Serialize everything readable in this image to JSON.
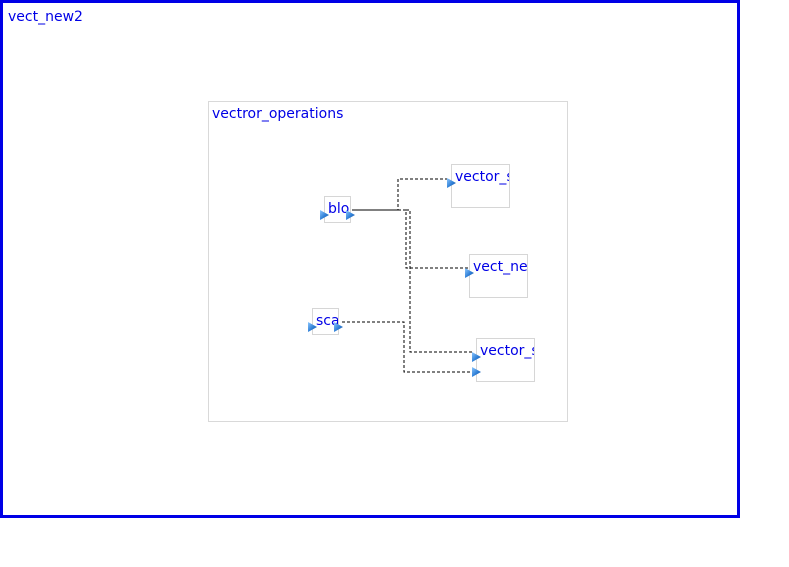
{
  "diagram": {
    "outer_title": "vect_new2",
    "group_title": "vectror_operations",
    "blocks": {
      "source_block": "bloc",
      "scalar_block": "scal",
      "vector_sum": "vector_su",
      "vector_neg": "vect_neg",
      "vector_scale": "vector_sc"
    },
    "colors": {
      "frame": "#0000e6",
      "label": "#0000e6",
      "group_border": "#d9d9d9",
      "block_border": "#d6d6d6",
      "wire": "#000000",
      "port": "#2f7fd6"
    }
  }
}
